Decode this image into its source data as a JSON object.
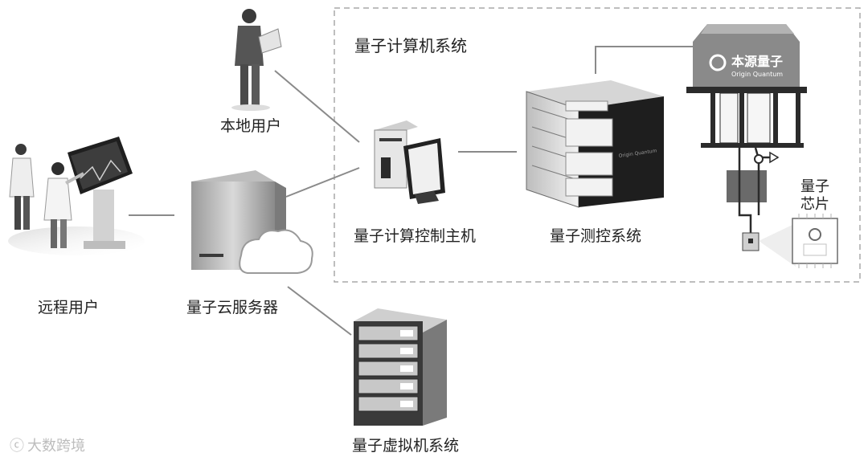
{
  "diagram": {
    "system_boundary_title": "量子计算机系统",
    "nodes": {
      "remote_user": "远程用户",
      "local_user": "本地用户",
      "cloud_server": "量子云服务器",
      "control_host": "量子计算控制主机",
      "measure_control": "量子测控系统",
      "virtual_system": "量子虚拟机系统",
      "chip_line1": "量子",
      "chip_line2": "芯片"
    },
    "device_text": {
      "brand_cn": "本源量子",
      "brand_en": "Origin Quantum"
    },
    "watermark": "大数跨境",
    "colors": {
      "line": "#8a8a8a",
      "dashed_border": "#a9a9a9",
      "device_dark": "#2b2b2b",
      "device_mid": "#7a7a7a",
      "device_light": "#d6d6d6"
    }
  }
}
